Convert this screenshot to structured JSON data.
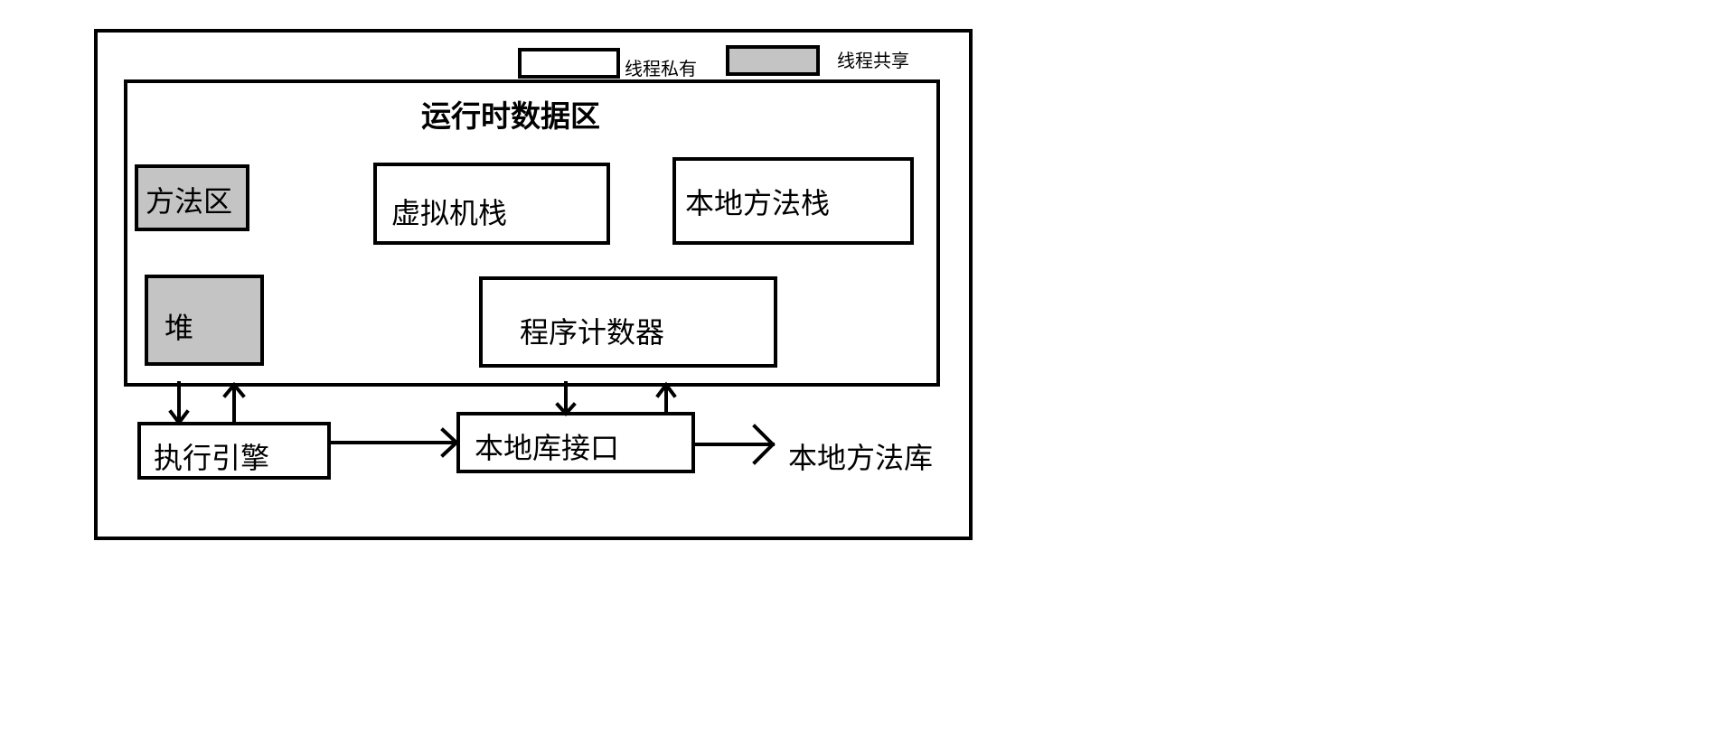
{
  "legend": {
    "private_label": "线程私有",
    "shared_label": "线程共享"
  },
  "runtime_area": {
    "title": "运行时数据区",
    "method_area": "方法区",
    "vm_stack": "虚拟机栈",
    "native_method_stack": "本地方法栈",
    "heap": "堆",
    "program_counter": "程序计数器"
  },
  "execution_engine": "执行引擎",
  "native_interface": "本地库接口",
  "native_library": "本地方法库",
  "colors": {
    "stroke": "#000000",
    "private_fill": "#ffffff",
    "shared_fill": "#c4c4c4"
  }
}
